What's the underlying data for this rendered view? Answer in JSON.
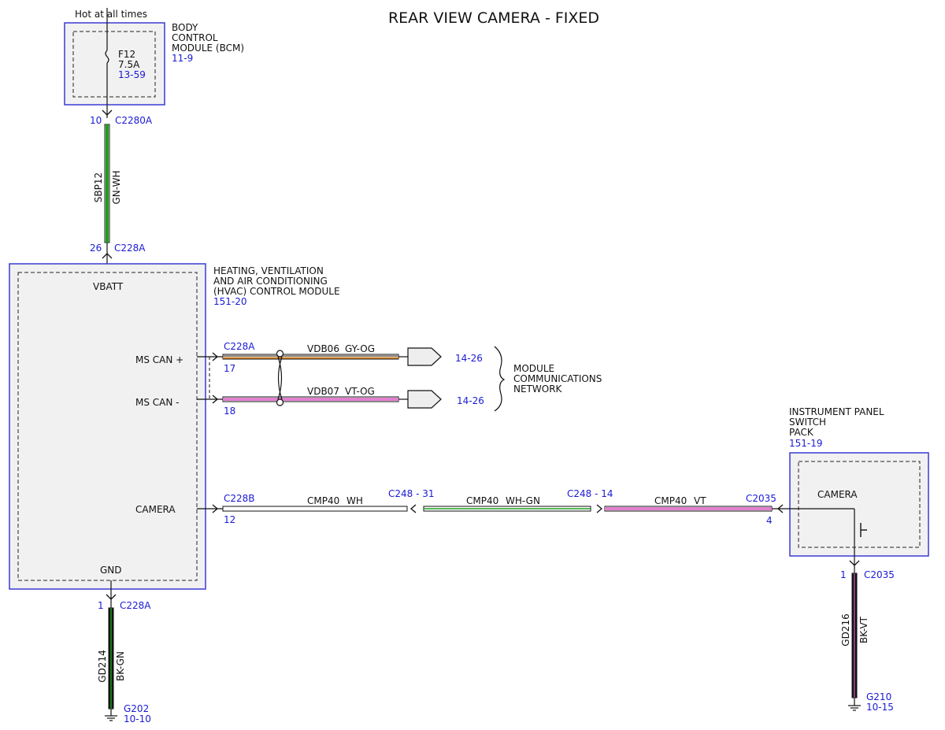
{
  "title": "REAR VIEW CAMERA - FIXED",
  "bcm": {
    "supply_label": "Hot at all times",
    "name_lines": [
      "BODY",
      "CONTROL",
      "MODULE (BCM)"
    ],
    "ref": "11-9",
    "fuse_name": "F12",
    "fuse_rating": "7.5A",
    "fuse_ref": "13-59",
    "pin": "10",
    "connector": "C2280A"
  },
  "wire_sbp12": {
    "circuit": "SBP12",
    "color": "GN-WH"
  },
  "hvac": {
    "top_pin": "26",
    "top_connector": "C228A",
    "name_lines": [
      "HEATING, VENTILATION",
      "AND AIR CONDITIONING",
      "(HVAC) CONTROL MODULE"
    ],
    "ref": "151-20",
    "vbatt": "VBATT",
    "ms_can_plus": "MS CAN +",
    "ms_can_minus": "MS CAN -",
    "camera": "CAMERA",
    "gnd": "GND",
    "can_connector": "C228A",
    "can_plus_pin": "17",
    "can_minus_pin": "18",
    "camera_connector": "C228B",
    "camera_pin": "12",
    "gnd_pin": "1",
    "gnd_connector": "C228A"
  },
  "can": {
    "plus_circuit": "VDB06",
    "plus_color": "GY-OG",
    "minus_circuit": "VDB07",
    "minus_color": "VT-OG",
    "plus_ref": "14-26",
    "minus_ref": "14-26",
    "network_lines": [
      "MODULE",
      "COMMUNICATIONS",
      "NETWORK"
    ]
  },
  "camera_wire": {
    "seg1_circuit": "CMP40",
    "seg1_color": "WH",
    "seg2_connector": "C248 - 31",
    "seg2_circuit": "CMP40",
    "seg2_color": "WH-GN",
    "seg3_connector": "C248 - 14",
    "seg3_circuit": "CMP40",
    "seg3_color": "VT",
    "end_connector": "C2035",
    "end_pin": "4"
  },
  "ipsp": {
    "name_lines": [
      "INSTRUMENT PANEL",
      "SWITCH",
      "PACK"
    ],
    "ref": "151-19",
    "camera": "CAMERA",
    "gnd_pin": "1",
    "gnd_connector": "C2035"
  },
  "ground_left": {
    "circuit": "GD214",
    "color": "BK-GN",
    "ground": "G202",
    "ref": "10-10"
  },
  "ground_right": {
    "circuit": "GD216",
    "color": "BK-VT",
    "ground": "G210",
    "ref": "10-15"
  },
  "colors": {
    "box_border": "#3a3ad6",
    "box_fill": "#f1f1f1",
    "ref_blue": "#1a1ad6",
    "wire_green": "#1e9e1e",
    "wire_pink": "#e27fcf",
    "wire_orange": "#d98a2b",
    "wire_gray": "#8a8a8a",
    "wire_black": "#111111"
  }
}
